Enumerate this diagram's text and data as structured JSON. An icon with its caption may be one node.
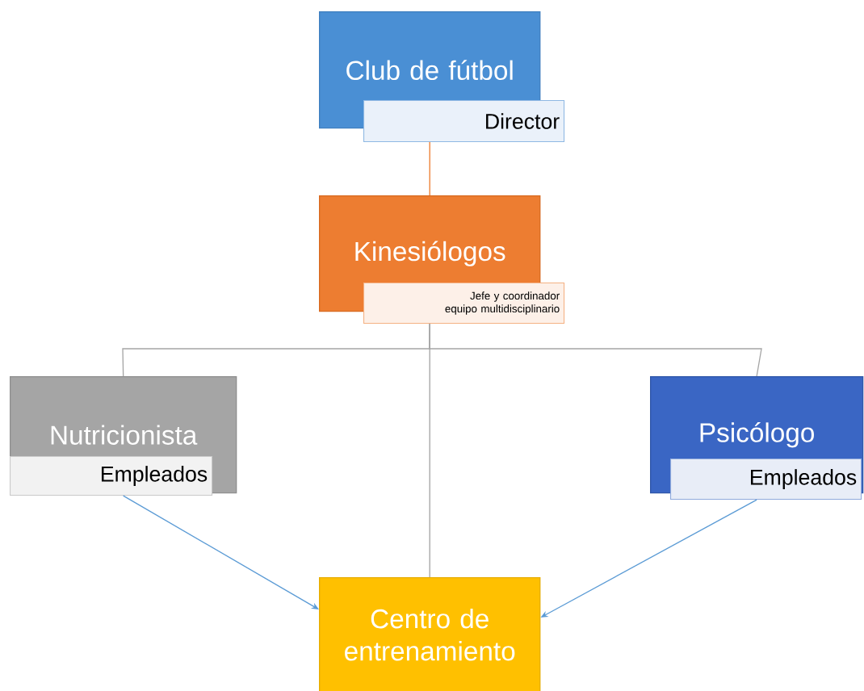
{
  "diagram": {
    "nodes": [
      {
        "text": [
          "Club de fútbol",
          "Director"
        ]
      },
      {
        "text": [
          "Kinesiólogos",
          "Jefe y coordinador equipo multidisciplinario"
        ]
      },
      {
        "text": [
          "Nutricionista",
          "Empleados"
        ]
      },
      {
        "text": [
          "Psicólogo",
          "Empleados"
        ]
      },
      {
        "text": [
          "Centro de entrenamiento"
        ]
      }
    ],
    "edges": [
      {
        "from": 0,
        "to": 1,
        "arrow": "none",
        "color": "#ed7d31"
      },
      {
        "from": 1,
        "to": 2,
        "arrow": "none",
        "color": "#a5a5a5"
      },
      {
        "from": 1,
        "to": 3,
        "arrow": "none",
        "color": "#a5a5a5"
      },
      {
        "from": 1,
        "to": 4,
        "arrow": "none",
        "color": "#a5a5a5"
      },
      {
        "from": 2,
        "to": 4,
        "arrow": "to",
        "color": "#5b9bd5"
      },
      {
        "from": 3,
        "to": 4,
        "arrow": "to",
        "color": "#5b9bd5"
      }
    ]
  }
}
